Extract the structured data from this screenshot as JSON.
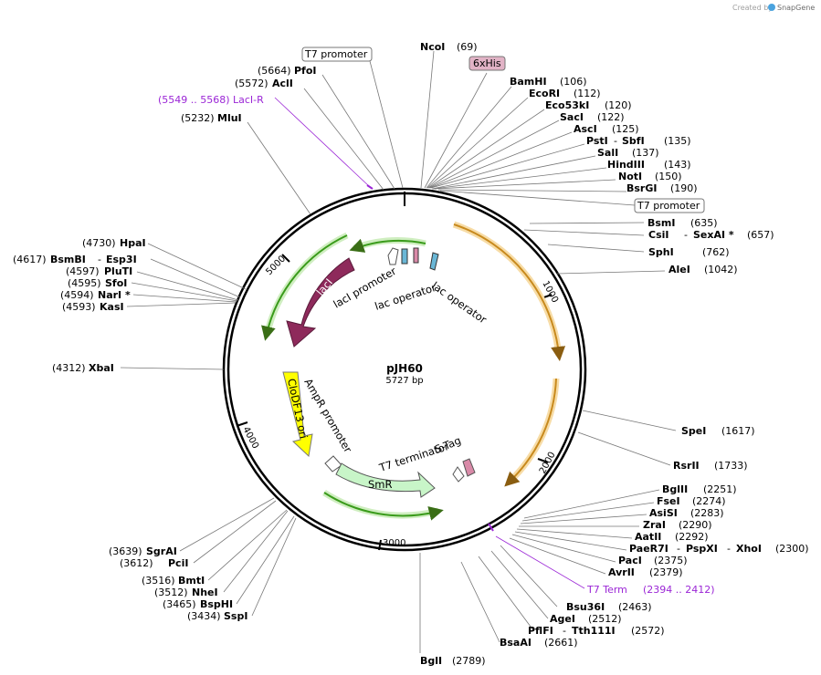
{
  "credit": {
    "created_by": "Created by",
    "brand": "SnapGene"
  },
  "plasmid": {
    "name": "pJH60",
    "size": "5727 bp"
  },
  "ticks": [
    "1000",
    "2000",
    "3000",
    "4000",
    "5000"
  ],
  "sites": {
    "ncoi": {
      "name": "NcoI",
      "pos": "(69)"
    },
    "bamhi": {
      "name": "BamHI",
      "pos": "(106)"
    },
    "ecori": {
      "name": "EcoRI",
      "pos": "(112)"
    },
    "eco53ki": {
      "name": "Eco53kI",
      "pos": "(120)"
    },
    "saci": {
      "name": "SacI",
      "pos": "(122)"
    },
    "asci": {
      "name": "AscI",
      "pos": "(125)"
    },
    "psti": {
      "name": "PstI",
      "name2": "SbfI",
      "pos": "(135)"
    },
    "sali": {
      "name": "SalI",
      "pos": "(137)"
    },
    "hindiii": {
      "name": "HindIII",
      "pos": "(143)"
    },
    "noti": {
      "name": "NotI",
      "pos": "(150)"
    },
    "bsrgi": {
      "name": "BsrGI",
      "pos": "(190)"
    },
    "bsmi": {
      "name": "BsmI",
      "pos": "(635)"
    },
    "csii": {
      "name": "CsiI",
      "name2": "SexAI *",
      "pos": "(657)"
    },
    "sphi": {
      "name": "SphI",
      "pos": "(762)"
    },
    "alei": {
      "name": "AleI",
      "pos": "(1042)"
    },
    "spei": {
      "name": "SpeI",
      "pos": "(1617)"
    },
    "rsrii": {
      "name": "RsrII",
      "pos": "(1733)"
    },
    "bglii": {
      "name": "BglII",
      "pos": "(2251)"
    },
    "fsei": {
      "name": "FseI",
      "pos": "(2274)"
    },
    "asisi": {
      "name": "AsiSI",
      "pos": "(2283)"
    },
    "zrai": {
      "name": "ZraI",
      "pos": "(2290)"
    },
    "aatii": {
      "name": "AatII",
      "pos": "(2292)"
    },
    "paer7i": {
      "name": "PaeR7I",
      "name2": "PspXI",
      "name3": "XhoI",
      "pos": "(2300)"
    },
    "paci": {
      "name": "PacI",
      "pos": "(2375)"
    },
    "avrii": {
      "name": "AvrII",
      "pos": "(2379)"
    },
    "bsu36i": {
      "name": "Bsu36I",
      "pos": "(2463)"
    },
    "agei": {
      "name": "AgeI",
      "pos": "(2512)"
    },
    "pflfi": {
      "name": "PflFI",
      "name2": "Tth111I",
      "pos": "(2572)"
    },
    "bsaai": {
      "name": "BsaAI",
      "pos": "(2661)"
    },
    "bgli": {
      "name": "BglI",
      "pos": "(2789)"
    },
    "sspi": {
      "name": "SspI",
      "pos": "(3434)"
    },
    "bsphi": {
      "name": "BspHI",
      "pos": "(3465)"
    },
    "nhei": {
      "name": "NheI",
      "pos": "(3512)"
    },
    "bmti": {
      "name": "BmtI",
      "pos": "(3516)"
    },
    "pcii": {
      "name": "PciI",
      "pos": "(3612)"
    },
    "sgrai": {
      "name": "SgrAI",
      "pos": "(3639)"
    },
    "xbai": {
      "name": "XbaI",
      "pos": "(4312)"
    },
    "kasi": {
      "name": "KasI",
      "pos": "(4593)"
    },
    "nari": {
      "name": "NarI *",
      "pos": "(4594)"
    },
    "sfoi": {
      "name": "SfoI",
      "pos": "(4595)"
    },
    "pluti": {
      "name": "PluTI",
      "pos": "(4597)"
    },
    "bsmbi": {
      "name": "BsmBI",
      "name2": "Esp3I",
      "pos": "(4617)"
    },
    "hpai": {
      "name": "HpaI",
      "pos": "(4730)"
    },
    "mlui": {
      "name": "MluI",
      "pos": "(5232)"
    },
    "acli": {
      "name": "AclI",
      "pos": "(5572)"
    },
    "pfoi": {
      "name": "PfoI",
      "pos": "(5664)"
    }
  },
  "boxed_features": {
    "t7_promoter_top": "T7 promoter",
    "t7_promoter_right": "T7 promoter",
    "his_tag": "6xHis"
  },
  "primers": {
    "laci_r": {
      "range": "(5549 .. 5568)",
      "name": "LacI-R"
    },
    "t7_term": {
      "name": "T7 Term",
      "range": "(2394 .. 2412)"
    }
  },
  "features": {
    "laci": "lacI",
    "laci_promoter": "lacI promoter",
    "lac_operator_1": "lac operator",
    "lac_operator_2": "lac operator",
    "cloDF13_ori": "CloDF13 ori",
    "ampr_promoter": "AmpR promoter",
    "t7_terminator": "T7 terminator",
    "s_tag": "S-Tag",
    "smr": "SmR"
  },
  "colors": {
    "backbone": "#000000",
    "green_arc": "#3a9b1b",
    "orange_arc": "#c88a1e",
    "laci": "#8e2a5b",
    "cloDF13_ori": "#ffff00",
    "smr": "#c8f5c8",
    "primer": "#9b26d6",
    "his_tag": "#e2b3c6"
  }
}
